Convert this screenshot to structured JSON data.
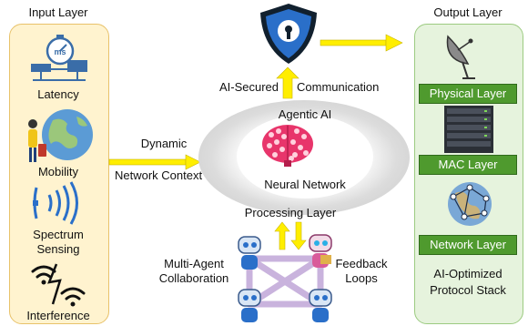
{
  "input_layer": {
    "title": "Input Layer",
    "items": [
      "Latency",
      "Mobility",
      "Spectrum\nSensing",
      "Interference"
    ],
    "latency_badge": "ms"
  },
  "output_layer": {
    "title": "Output Layer",
    "layers": [
      "Physical Layer",
      "MAC Layer",
      "Network Layer"
    ],
    "caption": "AI-Optimized\nProtocol Stack"
  },
  "center": {
    "communication_left": "AI-Secured",
    "communication_right": "Communication",
    "agentic_ai": "Agentic AI",
    "neural_network": "Neural Network",
    "processing_layer": "Processing Layer",
    "context_top": "Dynamic",
    "context_bottom": "Network Context"
  },
  "agents": {
    "collaboration": "Multi-Agent\nCollaboration",
    "feedback": "Feedback\nLoops"
  },
  "colors": {
    "arrow_yellow": "#ffee00",
    "input_panel": "#fff3cf",
    "output_panel": "#e6f3dd",
    "layer_green": "#4f9a2e",
    "shield_blue": "#2a6fc9",
    "brain_pink": "#e8356b",
    "link_lavender": "#c9b3dd"
  }
}
